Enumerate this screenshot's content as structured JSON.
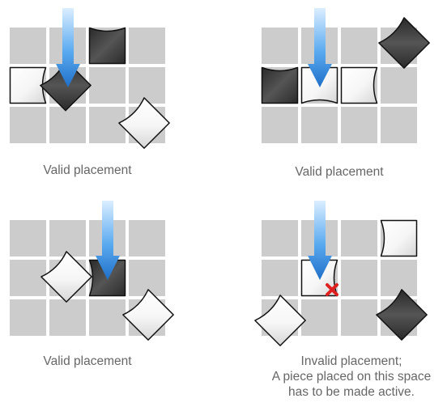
{
  "panels": [
    {
      "caption": [
        "Valid placement"
      ]
    },
    {
      "caption": [
        "Valid placement"
      ]
    },
    {
      "caption": [
        "Valid placement"
      ]
    },
    {
      "caption": [
        "Invalid placement;",
        "A piece placed on this space",
        "has to be made active."
      ]
    }
  ],
  "colors": {
    "cell": "#cccccc",
    "grid_gap": "#ffffff",
    "dark_piece": "#3a3a3a",
    "light_piece": "#f4f4f4",
    "arrow": "#2f86d8",
    "invalid_mark": "#e02020",
    "caption": "#666666"
  },
  "icons": {
    "arrow": "down-arrow-icon",
    "invalid": "red-x-icon"
  }
}
